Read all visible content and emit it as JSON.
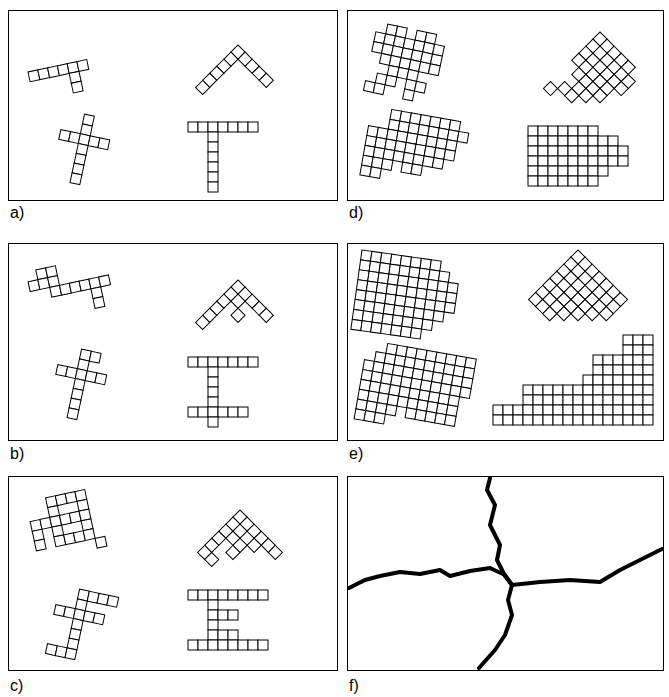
{
  "diagram": {
    "labels": [
      "a)",
      "b)",
      "c)",
      "d)",
      "e)",
      "f)"
    ]
  }
}
